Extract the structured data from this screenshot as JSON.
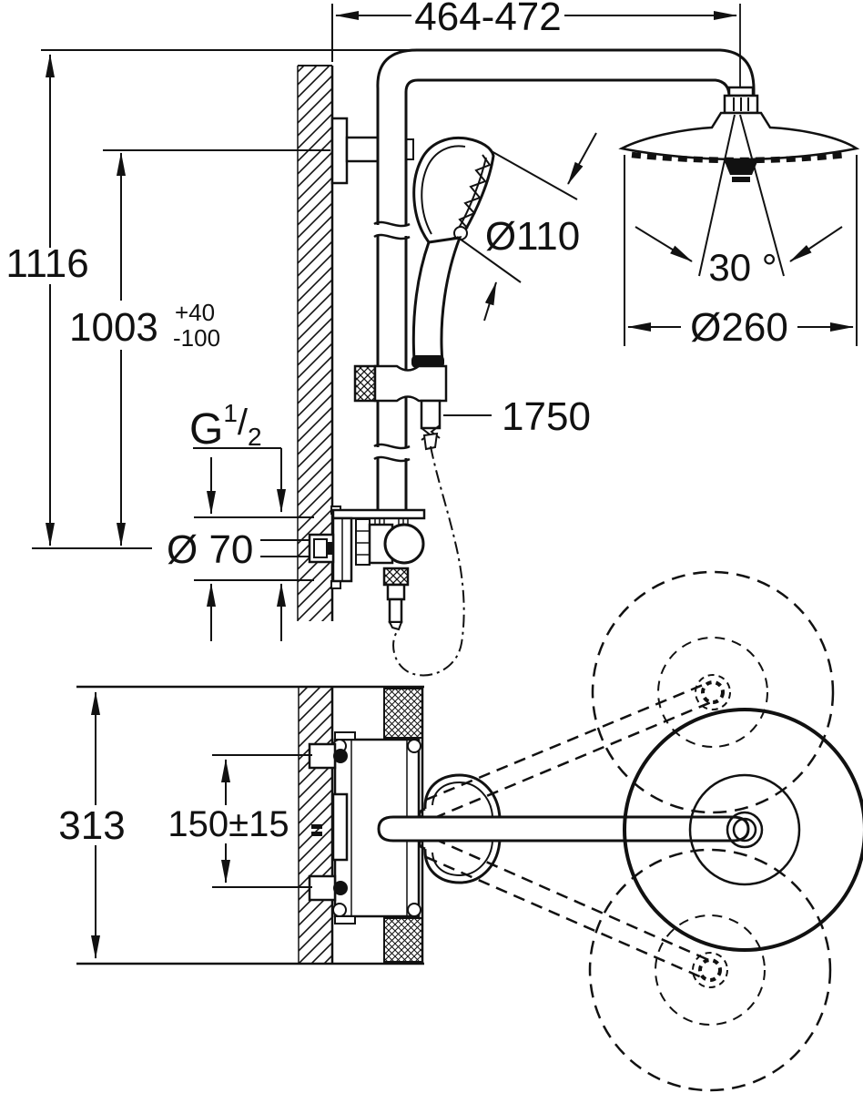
{
  "drawing": {
    "type": "shower-system-installation-dimension-drawing",
    "colors": {
      "line": "#111111",
      "background": "#ffffff"
    },
    "labels": {
      "arm_reach": "464-472",
      "height_total": "1116",
      "height_holder": "1003",
      "height_holder_tol_plus": "+40",
      "height_holder_tol_minus": "-100",
      "hand_shower_dia": "Ø110",
      "spray_angle": "30 °",
      "head_dia": "Ø260",
      "hose_length": "1750",
      "thread_prefix": "G",
      "thread_num": "1",
      "thread_slash": "/",
      "thread_den": "2",
      "escutcheon_dia": "Ø 70",
      "depth_total": "313",
      "inlet_spacing": "150±15"
    }
  }
}
